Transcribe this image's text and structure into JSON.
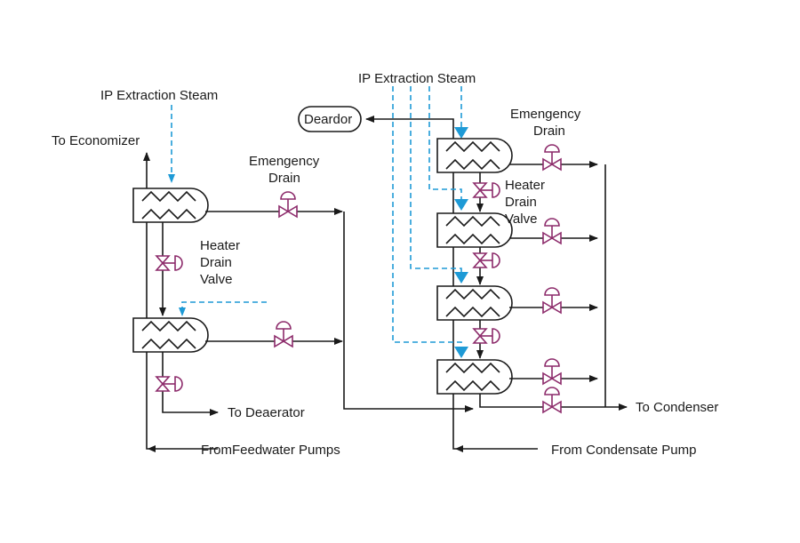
{
  "labels": {
    "ip_steam_left": "IP Extraction Steam",
    "ip_steam_right": "IP Extraction Steam",
    "to_economizer": "To Economizer",
    "emergency_left_1": "Emengency",
    "emergency_left_2": "Drain",
    "emergency_right_1": "Emengency",
    "emergency_right_2": "Drain",
    "hdv_left_1": "Heater",
    "hdv_left_2": "Drain",
    "hdv_left_3": "Valve",
    "hdv_right_1": "Heater",
    "hdv_right_2": "Drain",
    "hdv_right_3": "Valve",
    "deaerator_box": "Deardor",
    "to_deaerator": "To Deaerator",
    "from_feedwater": "FromFeedwater Pumps",
    "to_condenser": "To Condenser",
    "from_condensate": "From Condensate Pump"
  },
  "colors": {
    "pipe": "#1a1a1a",
    "steam": "#1e9ad6",
    "valve": "#8c2a6a"
  }
}
